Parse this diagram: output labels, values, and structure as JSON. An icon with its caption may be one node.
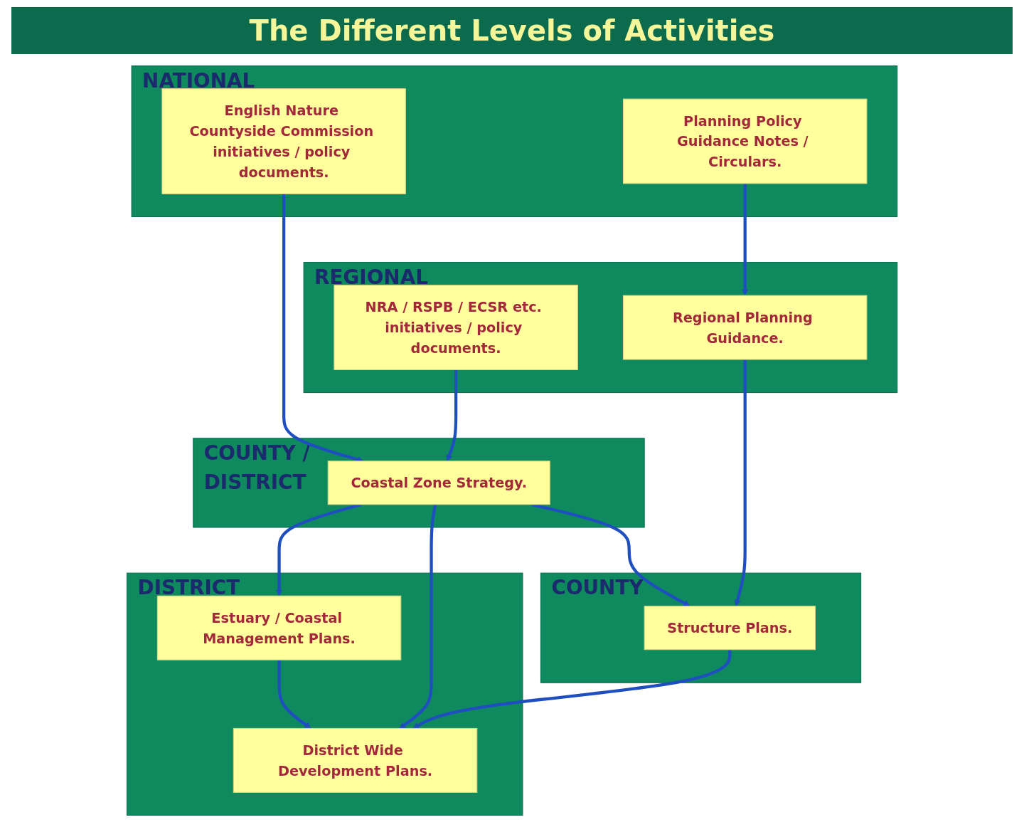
{
  "diagram": {
    "title": "The Different Levels of Activities",
    "nodes": [
      {
        "text": [
          "NATIONAL"
        ]
      },
      {
        "text": [
          "English Nature Countyside Commission initiatives / policy documents."
        ],
        "in": 0
      },
      {
        "text": [
          "Planning Policy Guidance Notes / Circulars."
        ],
        "in": 0
      },
      {
        "text": [
          "REGIONAL"
        ]
      },
      {
        "text": [
          "NRA / RSPB / ECSR etc. initiatives / policy documents."
        ],
        "in": 3
      },
      {
        "text": [
          "Regional Planning Guidance."
        ],
        "in": 3
      },
      {
        "text": [
          "COUNTY"
        ]
      },
      {
        "text": [
          "Structure Plans."
        ],
        "in": 6
      },
      {
        "text": [
          "COUNTY / DISTRICT"
        ]
      },
      {
        "text": [
          "Coastal Zone Strategy."
        ],
        "in": 8
      },
      {
        "text": [
          "DISTRICT"
        ]
      },
      {
        "text": [
          "Estuary / Coastal Management Plans."
        ],
        "in": 10
      },
      {
        "text": [
          "District Wide Development Plans."
        ],
        "in": 10
      }
    ],
    "edges": [
      {
        "from": 1,
        "to": 9,
        "arrow": "to"
      },
      {
        "from": 2,
        "to": 5,
        "arrow": "to"
      },
      {
        "from": 4,
        "to": 9,
        "arrow": "to"
      },
      {
        "from": 5,
        "to": 7,
        "arrow": "to"
      },
      {
        "from": 9,
        "to": 7,
        "arrow": "to"
      },
      {
        "from": 9,
        "to": 12,
        "arrow": "to"
      },
      {
        "from": 7,
        "to": 12,
        "arrow": "to"
      },
      {
        "from": 9,
        "to": 11,
        "arrow": "to"
      },
      {
        "from": 11,
        "to": 12,
        "arrow": "to"
      }
    ]
  }
}
